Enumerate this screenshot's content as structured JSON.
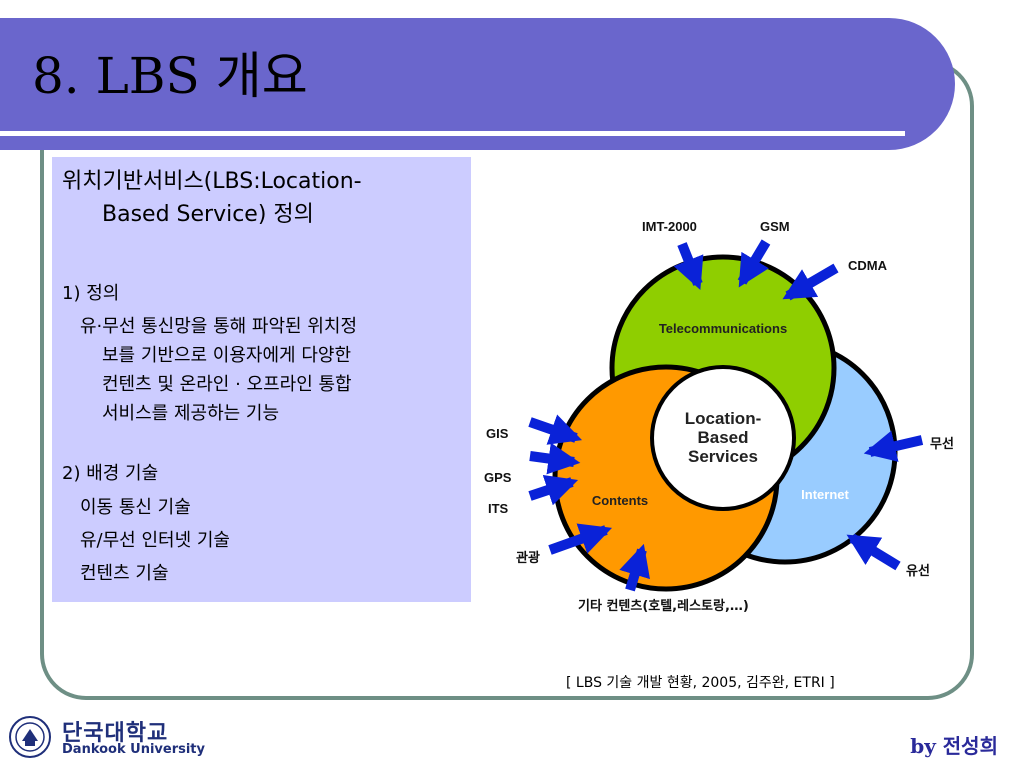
{
  "slide": {
    "title": "8. LBS 개요"
  },
  "panel": {
    "heading_line1": "위치기반서비스(LBS:Location-",
    "heading_line2": "Based Service) 정의",
    "sec1_title": "1) 정의",
    "sec1_lines": [
      "유·무선 통신망을 통해 파악된 위치정",
      "보를 기반으로 이용자에게 다양한",
      "컨텐츠 및 온라인 · 오프라인 통합",
      "서비스를 제공하는 기능"
    ],
    "sec2_title": "2) 배경 기술",
    "sec2_items": [
      "이동 통신 기술",
      "유/무선 인터넷 기술",
      "컨텐츠 기술"
    ]
  },
  "diagram": {
    "center": [
      "Location-",
      "Based",
      "Services"
    ],
    "circles": {
      "telecom": "Telecommunications",
      "contents": "Contents",
      "internet": "Internet"
    },
    "inputs": {
      "imt2000": "IMT-2000",
      "gsm": "GSM",
      "cdma": "CDMA",
      "gis": "GIS",
      "gps": "GPS",
      "its": "ITS",
      "tourism": "관광",
      "other_contents": "기타 컨텐츠(호텔,레스토랑,…)",
      "wireless": "무선",
      "wired": "유선"
    },
    "colors": {
      "telecom": "#8fce00",
      "contents": "#ff9900",
      "internet": "#99ccff",
      "arrow": "#0a22d8"
    }
  },
  "caption": "[ LBS 기술 개발 현황, 2005, 김주완, ETRI ]",
  "logo": {
    "korean": "단국대학교",
    "english": "Dankook University"
  },
  "author": "by 전성희"
}
